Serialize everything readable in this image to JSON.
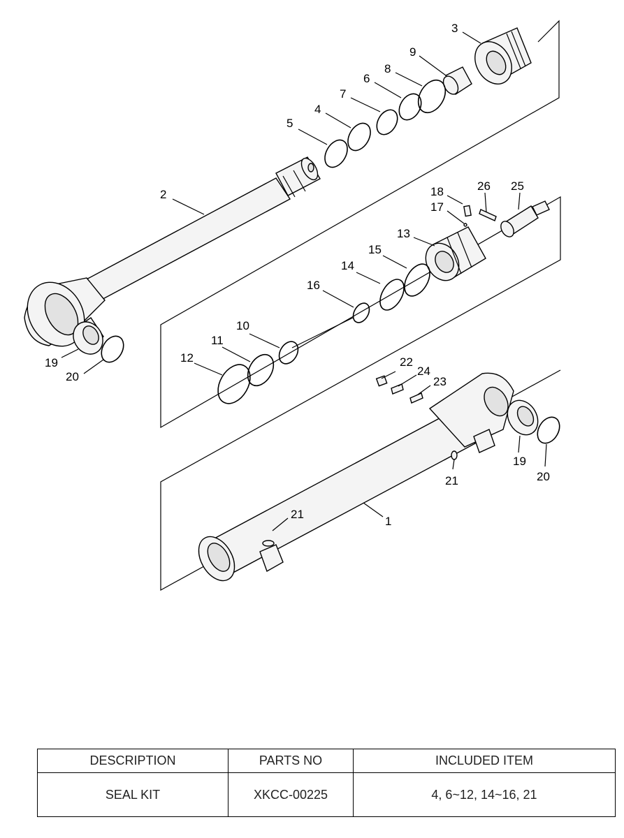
{
  "callouts": {
    "c1": "1",
    "c2": "2",
    "c3": "3",
    "c4": "4",
    "c5": "5",
    "c6": "6",
    "c7": "7",
    "c8": "8",
    "c9": "9",
    "c10": "10",
    "c11": "11",
    "c12": "12",
    "c13": "13",
    "c14": "14",
    "c15": "15",
    "c16": "16",
    "c17": "17",
    "c18": "18",
    "c19a": "19",
    "c20a": "20",
    "c19b": "19",
    "c20b": "20",
    "c21a": "21",
    "c21b": "21",
    "c22": "22",
    "c23": "23",
    "c24": "24",
    "c25": "25",
    "c26": "26"
  },
  "table": {
    "headers": [
      "DESCRIPTION",
      "PARTS NO",
      "INCLUDED ITEM"
    ],
    "rows": [
      [
        "SEAL KIT",
        "XKCC-00225",
        "4, 6~12, 14~16, 21"
      ]
    ]
  }
}
